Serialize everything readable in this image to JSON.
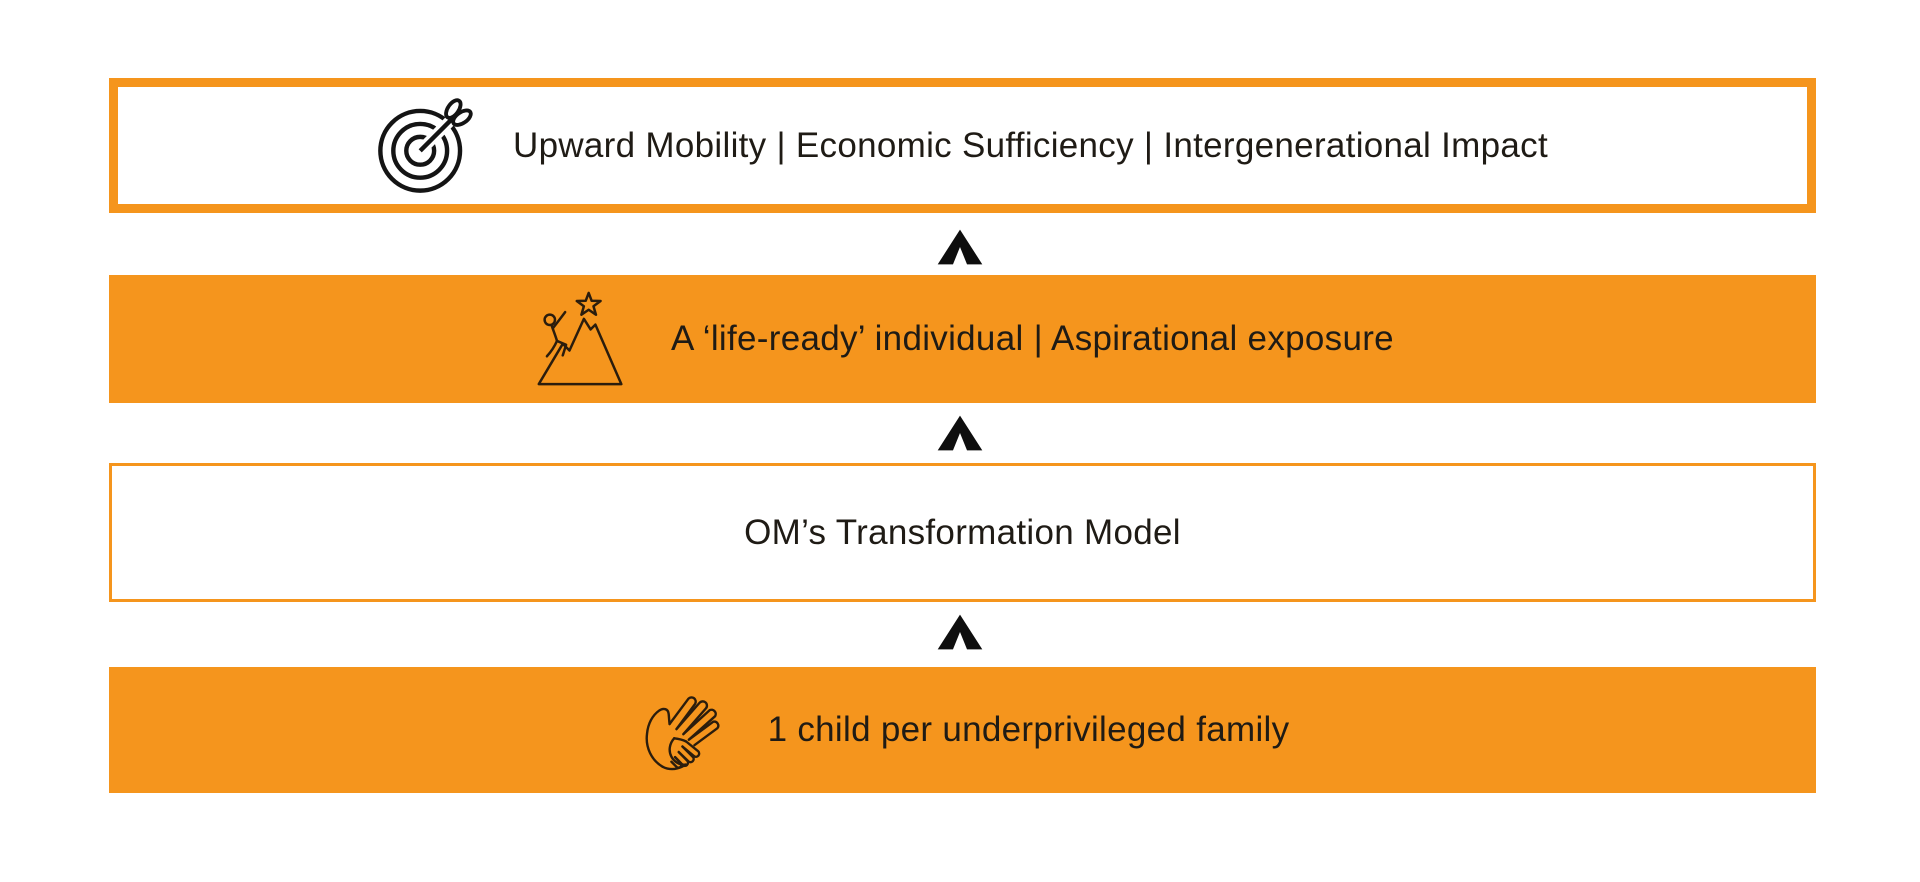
{
  "colors": {
    "orange": "#F5951D",
    "arrow_black": "#0E0E0E",
    "text_dark": "#1F1B15",
    "light_bar_background": "#FFFFFF"
  },
  "diagram": {
    "levels": [
      {
        "name": "outcomes",
        "style": "white-thick-orange-border",
        "icon": "target-icon",
        "text": "Upward Mobility | Economic Sufficiency | Intergenerational Impact"
      },
      {
        "name": "individual-outcome",
        "style": "orange-filled",
        "icon": "mountain-climber-icon",
        "text": "A ‘life-ready’ individual | Aspirational exposure"
      },
      {
        "name": "model",
        "style": "white-thin-orange-border",
        "icon": "",
        "text": "OM’s Transformation Model"
      },
      {
        "name": "input",
        "style": "orange-filled",
        "icon": "helping-hands-icon",
        "text": "1 child per underprivileged family"
      }
    ],
    "arrows": [
      {
        "direction": "up"
      },
      {
        "direction": "up"
      },
      {
        "direction": "up"
      }
    ]
  }
}
